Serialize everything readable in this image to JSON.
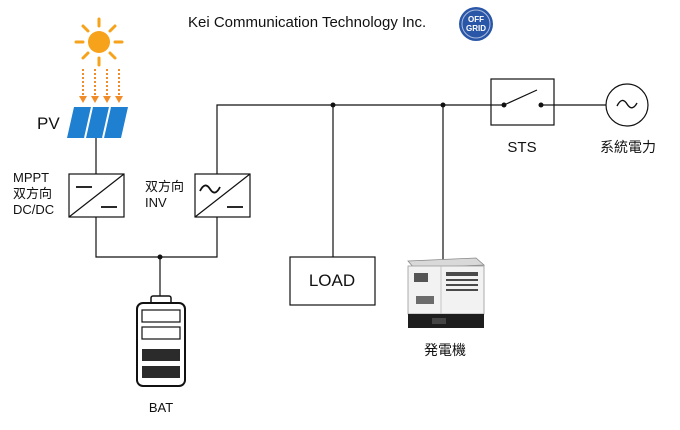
{
  "title": "Kei Communication Technology Inc.",
  "logo_text": [
    "OFF",
    "GRID"
  ],
  "labels": {
    "pv": "PV",
    "mppt": [
      "MPPT",
      "双方向",
      "DC/DC"
    ],
    "inv": [
      "双方向",
      "INV"
    ],
    "load": "LOAD",
    "generator": "発電機",
    "sts": "STS",
    "grid": "系統電力",
    "bat": "BAT"
  },
  "icons": [
    "sun-icon",
    "solar-panel-icon",
    "dc-dc-converter-icon",
    "inverter-icon",
    "battery-icon",
    "generator-icon",
    "switch-icon",
    "ac-source-icon"
  ],
  "colors": {
    "sun": "#f7a21b",
    "sun_arrows": "#f28c28",
    "pv_panel": "#1f7fd1",
    "logo": "#2a56a8",
    "line": "#111111"
  }
}
